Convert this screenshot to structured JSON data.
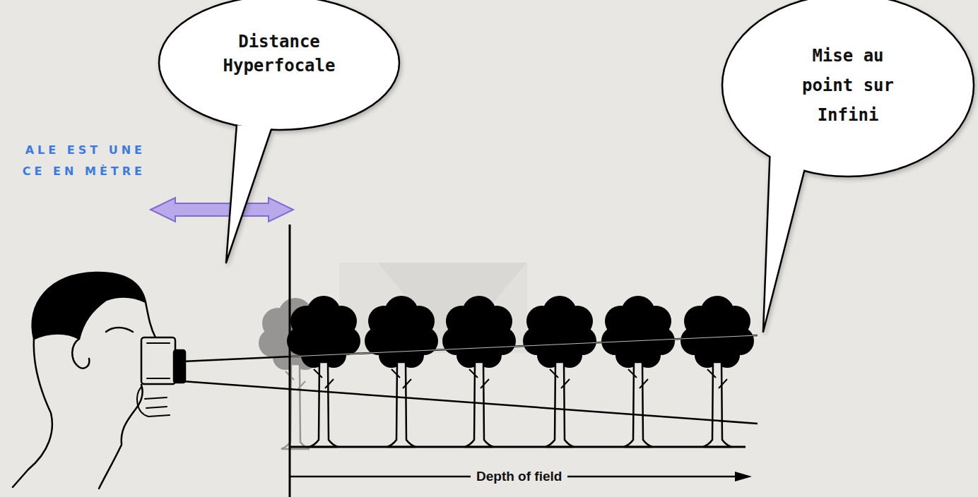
{
  "diagram": {
    "nodes": [
      {
        "text": [
          "Distance Hyperfocale"
        ]
      },
      {
        "text": [
          "Mise au point sur Infini"
        ]
      }
    ],
    "labels": [
      "ALE EST UNE CE EN MÈTRE",
      "Depth of field"
    ]
  }
}
